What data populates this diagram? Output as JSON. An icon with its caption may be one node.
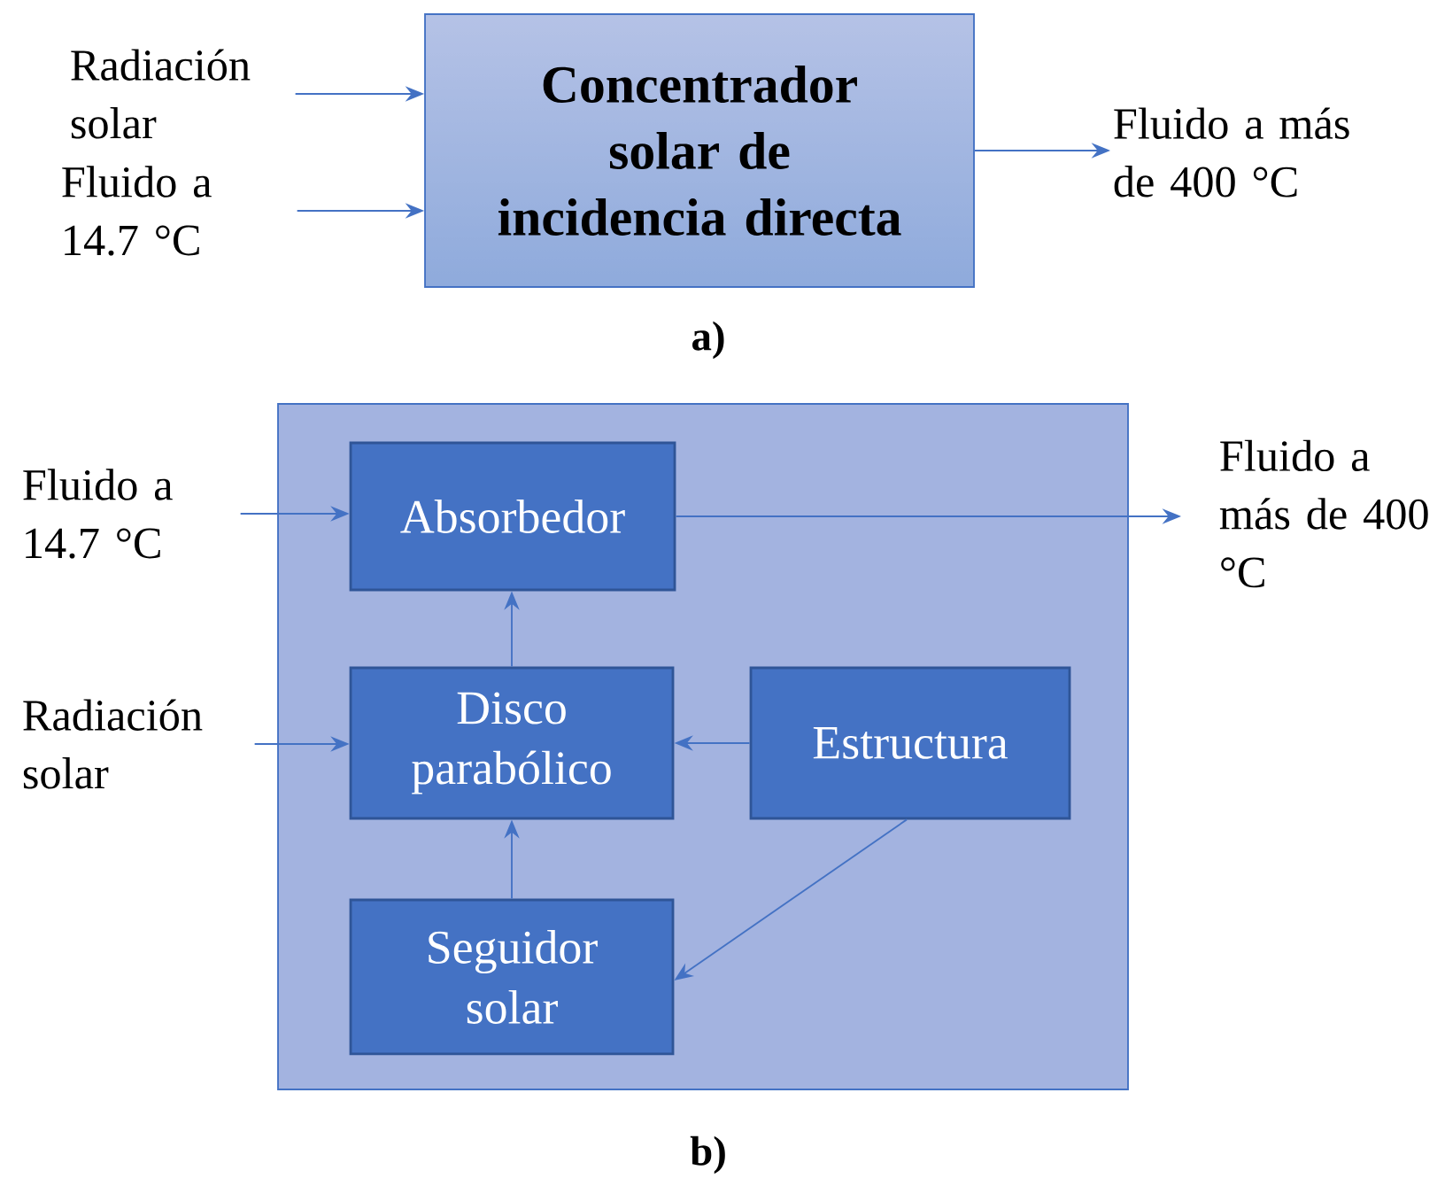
{
  "diagram": {
    "nodes": [
      {
        "text": [
          "Radiación solar"
        ]
      },
      {
        "text": [
          "Fluido a 14.7 °C"
        ]
      },
      {
        "text": [
          "Concentrador solar de incidencia directa"
        ]
      },
      {
        "text": [
          "Fluido a más de 400 °C"
        ]
      },
      {
        "text": [],
        "shape": "box"
      },
      {
        "text": [
          "Fluido a 14.7 °C"
        ]
      },
      {
        "text": [
          "Absorbedor"
        ],
        "in": 4
      },
      {
        "text": [
          "Fluido a más de 400 °C"
        ]
      },
      {
        "text": [
          "Radiación solar"
        ]
      },
      {
        "text": [
          "Disco parabólico"
        ],
        "in": 4
      },
      {
        "text": [
          "Estructura"
        ],
        "in": 4
      },
      {
        "text": [
          "Seguidor solar"
        ],
        "in": 4
      }
    ],
    "edges": [
      {
        "from": 0,
        "to": 2,
        "arrow": "to"
      },
      {
        "from": 1,
        "to": 2,
        "arrow": "to"
      },
      {
        "from": 2,
        "to": 3,
        "arrow": "to"
      },
      {
        "from": 5,
        "to": 6,
        "arrow": "to"
      },
      {
        "from": 6,
        "to": 7,
        "arrow": "to"
      },
      {
        "from": 8,
        "to": 9,
        "arrow": "to"
      },
      {
        "from": 9,
        "to": 6,
        "arrow": "to"
      },
      {
        "from": 10,
        "to": 9,
        "arrow": "to"
      },
      {
        "from": 10,
        "to": 11,
        "arrow": "to"
      },
      {
        "from": 11,
        "to": 9,
        "arrow": "to"
      }
    ],
    "labels": [
      "a)",
      "b)"
    ]
  }
}
